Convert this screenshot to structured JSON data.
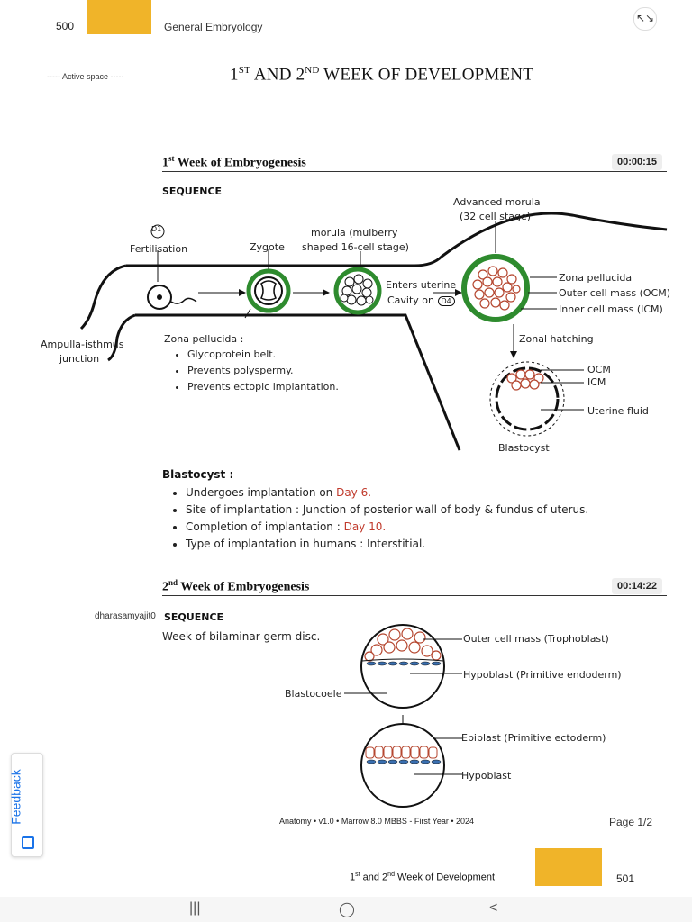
{
  "header": {
    "page_number": "500",
    "book_title": "General Embryology",
    "active_space": "----- Active space -----"
  },
  "chapter": {
    "title_prefix_1": "1",
    "title_sup_1": "ST",
    "title_and": " AND 2",
    "title_sup_2": "ND",
    "title_rest": " WEEK OF DEVELOPMENT"
  },
  "week1": {
    "title_num": "1",
    "title_sup": "st",
    "title_text": " Week of Embryogenesis",
    "timestamp": "00:00:15",
    "sequence_label": "SEQUENCE",
    "labels": {
      "d1": "D1",
      "fertilisation": "Fertilisation",
      "zygote": "Zygote",
      "morula_line1": "morula (mulberry",
      "morula_line2": "shaped 16-cell stage)",
      "advanced_morula_line1": "Advanced morula",
      "advanced_morula_line2": "(32 cell stage)",
      "enters_uterine_line1": "Enters uterine",
      "enters_uterine_line2": "Cavity on",
      "d4": "D4",
      "zona_pellucida_right": "Zona pellucida",
      "outer_cell_mass": "Outer cell mass (OCM)",
      "inner_cell_mass": "Inner cell mass (ICM)",
      "ampulla_line1": "Ampulla-isthmus",
      "ampulla_line2": "junction",
      "zona_hatching": "Zonal hatching",
      "ocm": "OCM",
      "icm": "ICM",
      "uterine_fluid": "Uterine fluid",
      "blastocyst": "Blastocyst"
    },
    "zona_notes": {
      "heading": "Zona pellucida :",
      "items": [
        "Glycoprotein belt.",
        "Prevents polyspermy.",
        "Prevents ectopic implantation."
      ]
    },
    "blastocyst_notes": {
      "heading": "Blastocyst :",
      "items": [
        {
          "text": "Undergoes implantation on ",
          "highlight": "Day 6."
        },
        {
          "text": "Site of implantation : Junction of posterior wall of body & fundus of uterus.",
          "highlight": ""
        },
        {
          "text": "Completion of implantation : ",
          "highlight": "Day 10."
        },
        {
          "text": "Type of implantation in humans : Interstitial.",
          "highlight": ""
        }
      ]
    }
  },
  "week2": {
    "title_num": "2",
    "title_sup": "nd",
    "title_text": " Week of Embryogenesis",
    "timestamp": "00:14:22",
    "watermark": "dharasamyajit0",
    "sequence_label": "SEQUENCE",
    "subtitle": "Week of bilaminar germ disc.",
    "labels": {
      "outer_cell_mass": "Outer cell mass (Trophoblast)",
      "hypoblast_primitive": "Hypoblast (Primitive endoderm)",
      "blastocoele": "Blastocoele",
      "epiblast": "Epiblast (Primitive ectoderm)",
      "hypoblast": "Hypoblast"
    }
  },
  "footer": {
    "edition": "Anatomy • v1.0 • Marrow 8.0 MBBS - First Year • 2024",
    "page_indicator": "Page 1/2",
    "next_title_num1": "1",
    "next_title_sup1": "st",
    "next_title_and": " and 2",
    "next_title_sup2": "nd",
    "next_title_rest": " Week of Development",
    "next_page_number": "501"
  },
  "ui": {
    "feedback_label": "Feedback",
    "close_glyph": "↖↘",
    "nav_recent": "|||",
    "nav_home": "◯",
    "nav_back": "<"
  },
  "colors": {
    "tab": "#f0b429",
    "zona_green": "#2e8b2e",
    "cell_red": "#b5462f",
    "feedback_blue": "#1a73e8"
  }
}
